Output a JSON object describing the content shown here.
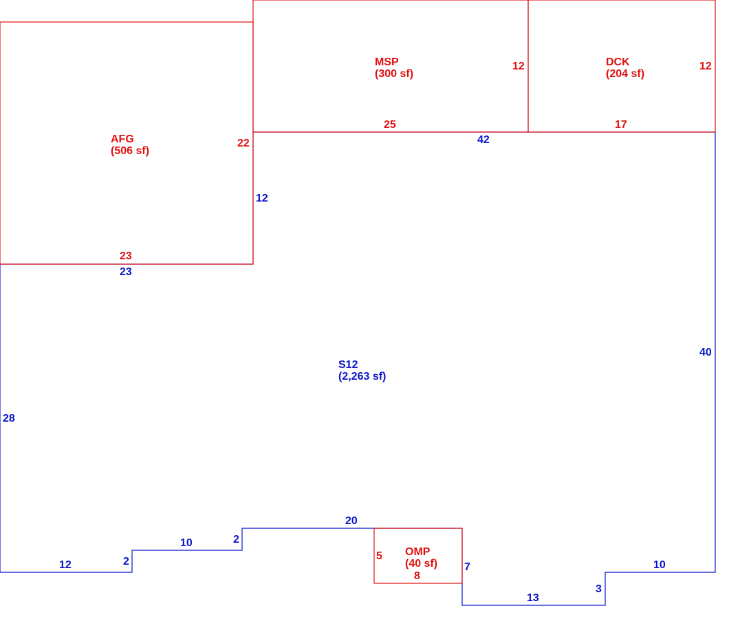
{
  "colors": {
    "main_outline": "#0a14c8",
    "sub_areas": "#e01010",
    "background": "#ffffff"
  },
  "main_area": {
    "code": "S12",
    "area": "(2,263 sf)",
    "dims": {
      "top": "42",
      "right": "40",
      "bottom_right": "10",
      "step_right": "3",
      "bottom_mid": "13",
      "omp_side": "7",
      "top_step": "20",
      "step2": "2",
      "mid_step": "10",
      "step1": "2",
      "bottom_left": "12",
      "left": "28",
      "afg_bottom": "23",
      "afg_side": "12"
    }
  },
  "areas": {
    "afg": {
      "code": "AFG",
      "area": "(506 sf)",
      "dim_side": "22",
      "dim_bottom": "23"
    },
    "msp": {
      "code": "MSP",
      "area": "(300 sf)",
      "dim_side": "12",
      "dim_bottom": "25"
    },
    "dck": {
      "code": "DCK",
      "area": "(204 sf)",
      "dim_side": "12",
      "dim_bottom": "17"
    },
    "omp": {
      "code": "OMP",
      "area": "(40 sf)",
      "dim_side": "5",
      "dim_bottom": "8"
    }
  }
}
